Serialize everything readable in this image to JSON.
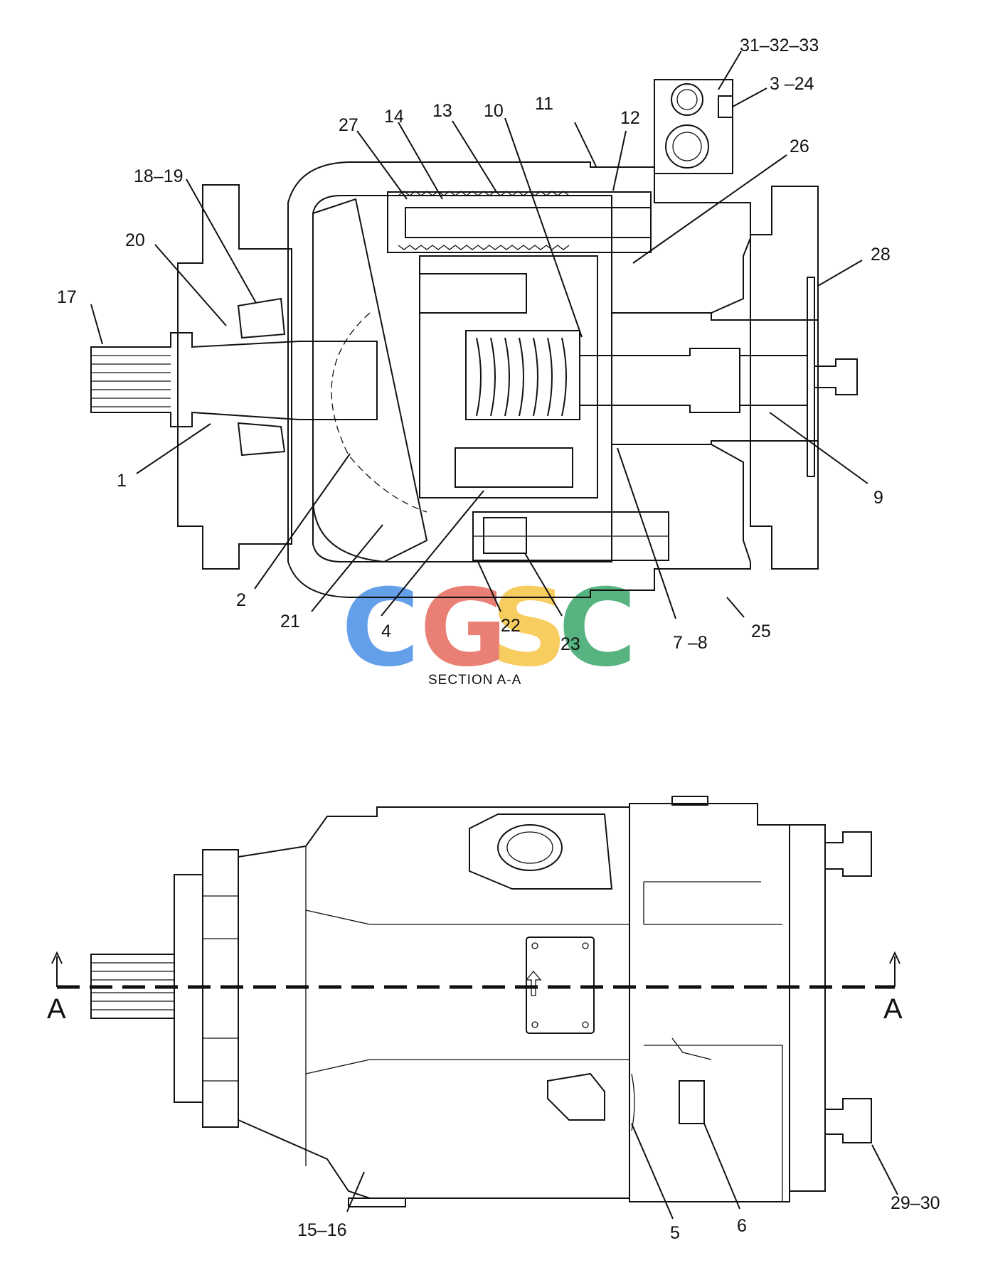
{
  "section_title": "SECTION A-A",
  "section_marker_letter": "A",
  "watermark": {
    "letters": [
      {
        "char": "C",
        "color": "#4a8fe7"
      },
      {
        "char": "G",
        "color": "#e76a5e"
      },
      {
        "char": "S",
        "color": "#f5c542"
      },
      {
        "char": "C",
        "color": "#3aa66b"
      }
    ]
  },
  "callouts_section": {
    "c1": "1",
    "c2": "2",
    "c3_24": "3 –24",
    "c4": "4",
    "c7_8": "7 –8",
    "c9": "9",
    "c10": "10",
    "c11": "11",
    "c12": "12",
    "c13": "13",
    "c14": "14",
    "c17": "17",
    "c18_19": "18–19",
    "c20": "20",
    "c21": "21",
    "c22": "22",
    "c23": "23",
    "c25": "25",
    "c26": "26",
    "c27": "27",
    "c28": "28",
    "c31_32_33": "31–32–33"
  },
  "callouts_exterior": {
    "c5": "5",
    "c6": "6",
    "c15_16": "15–16",
    "c29_30": "29–30"
  }
}
